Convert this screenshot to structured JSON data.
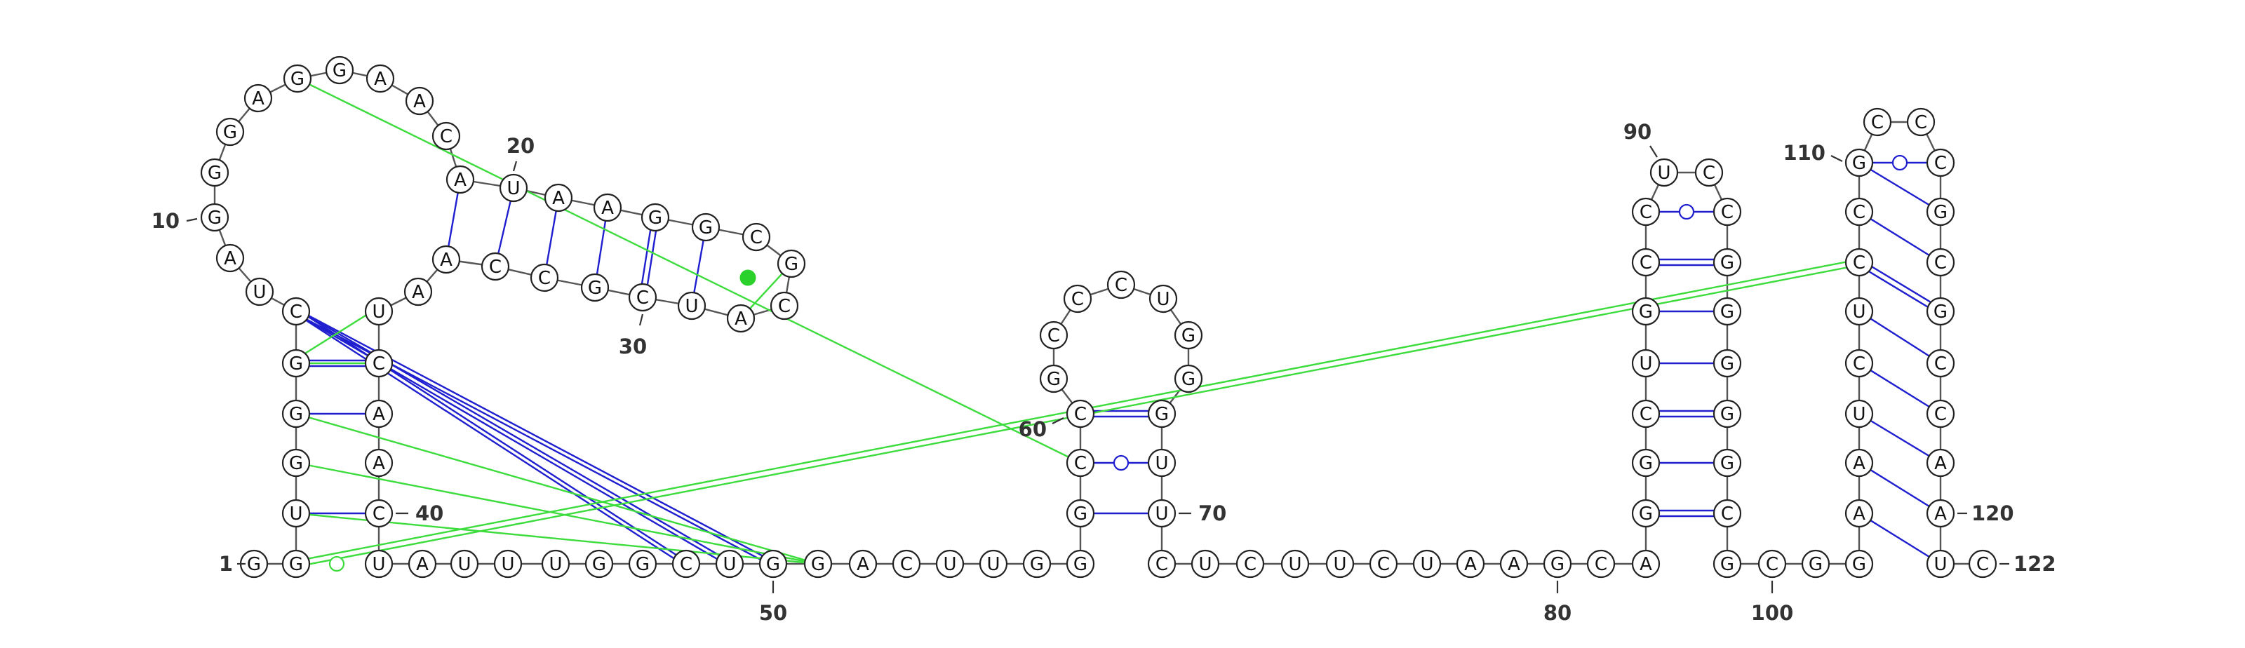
{
  "sequence": "GGUGGGCUAGGGAGGAACAUAAGGCGCAUCGCCAAUCAACUAUUUGGCUGGACUUGGGCCGCCCUGGGUUCUCUUCUAAGCAGGCUGCCUCCGGGGGCGCGGAAUCUCCGCCCGCGCCAAUC",
  "seq": "GGUGGGCUAGGGAGGAACAUAAGGCGCAUCGCCAAUCAACUAUUUGGCUGGACUUGGGCCGCCCUGGGUUCUCUUCUAAGCAGGCUGCCUCCGGGGGCGCGGAAUCUCCGCCCGCGCCAAUC",
  "nucleotides": [
    "G",
    "G",
    "U",
    "G",
    "G",
    "G",
    "C",
    "U",
    "A",
    "G",
    "G",
    "G",
    "A",
    "G",
    "G",
    "A",
    "A",
    "C",
    "A",
    "U",
    "A",
    "A",
    "G",
    "G",
    "C",
    "G",
    "C",
    "A",
    "U",
    "C",
    "G",
    "C",
    "C",
    "A",
    "A",
    "U",
    "C",
    "A",
    "A",
    "C",
    "U",
    "A",
    "U",
    "U",
    "U",
    "G",
    "G",
    "C",
    "U",
    "G",
    "G",
    "A",
    "C",
    "U",
    "U",
    "G",
    "G",
    "G",
    "C",
    "C",
    "G",
    "C",
    "C",
    "C",
    "U",
    "G",
    "G",
    "G",
    "U",
    "U",
    "C",
    "U",
    "C",
    "U",
    "U",
    "C",
    "U",
    "A",
    "A",
    "G",
    "C",
    "A",
    "G",
    "G",
    "C",
    "U",
    "G",
    "C",
    "C",
    "U",
    "C",
    "C",
    "G",
    "G",
    "G",
    "G",
    "G",
    "C",
    "G",
    "C",
    "G",
    "G",
    "A",
    "A",
    "U",
    "C",
    "U",
    "C",
    "C",
    "G",
    "C",
    "C",
    "C",
    "G",
    "C",
    "G",
    "C",
    "C",
    "A",
    "A",
    "U",
    "C"
  ],
  "position_labels": [
    {
      "index": 1,
      "text": "1"
    },
    {
      "index": 10,
      "text": "10"
    },
    {
      "index": 20,
      "text": "20"
    },
    {
      "index": 30,
      "text": "30"
    },
    {
      "index": 40,
      "text": "40"
    },
    {
      "index": 50,
      "text": "50"
    },
    {
      "index": 60,
      "text": "60"
    },
    {
      "index": 70,
      "text": "70"
    },
    {
      "index": 80,
      "text": "80"
    },
    {
      "index": 90,
      "text": "90"
    },
    {
      "index": 100,
      "text": "100"
    },
    {
      "index": 110,
      "text": "110"
    },
    {
      "index": 120,
      "text": "120"
    },
    {
      "index": 122,
      "text": "122"
    }
  ],
  "colors": {
    "canonical_pair": "#1f1fcf",
    "predicted_pair": "#3ddc3d",
    "backbone": "#555555",
    "nucleotide_outline": "#222222"
  }
}
